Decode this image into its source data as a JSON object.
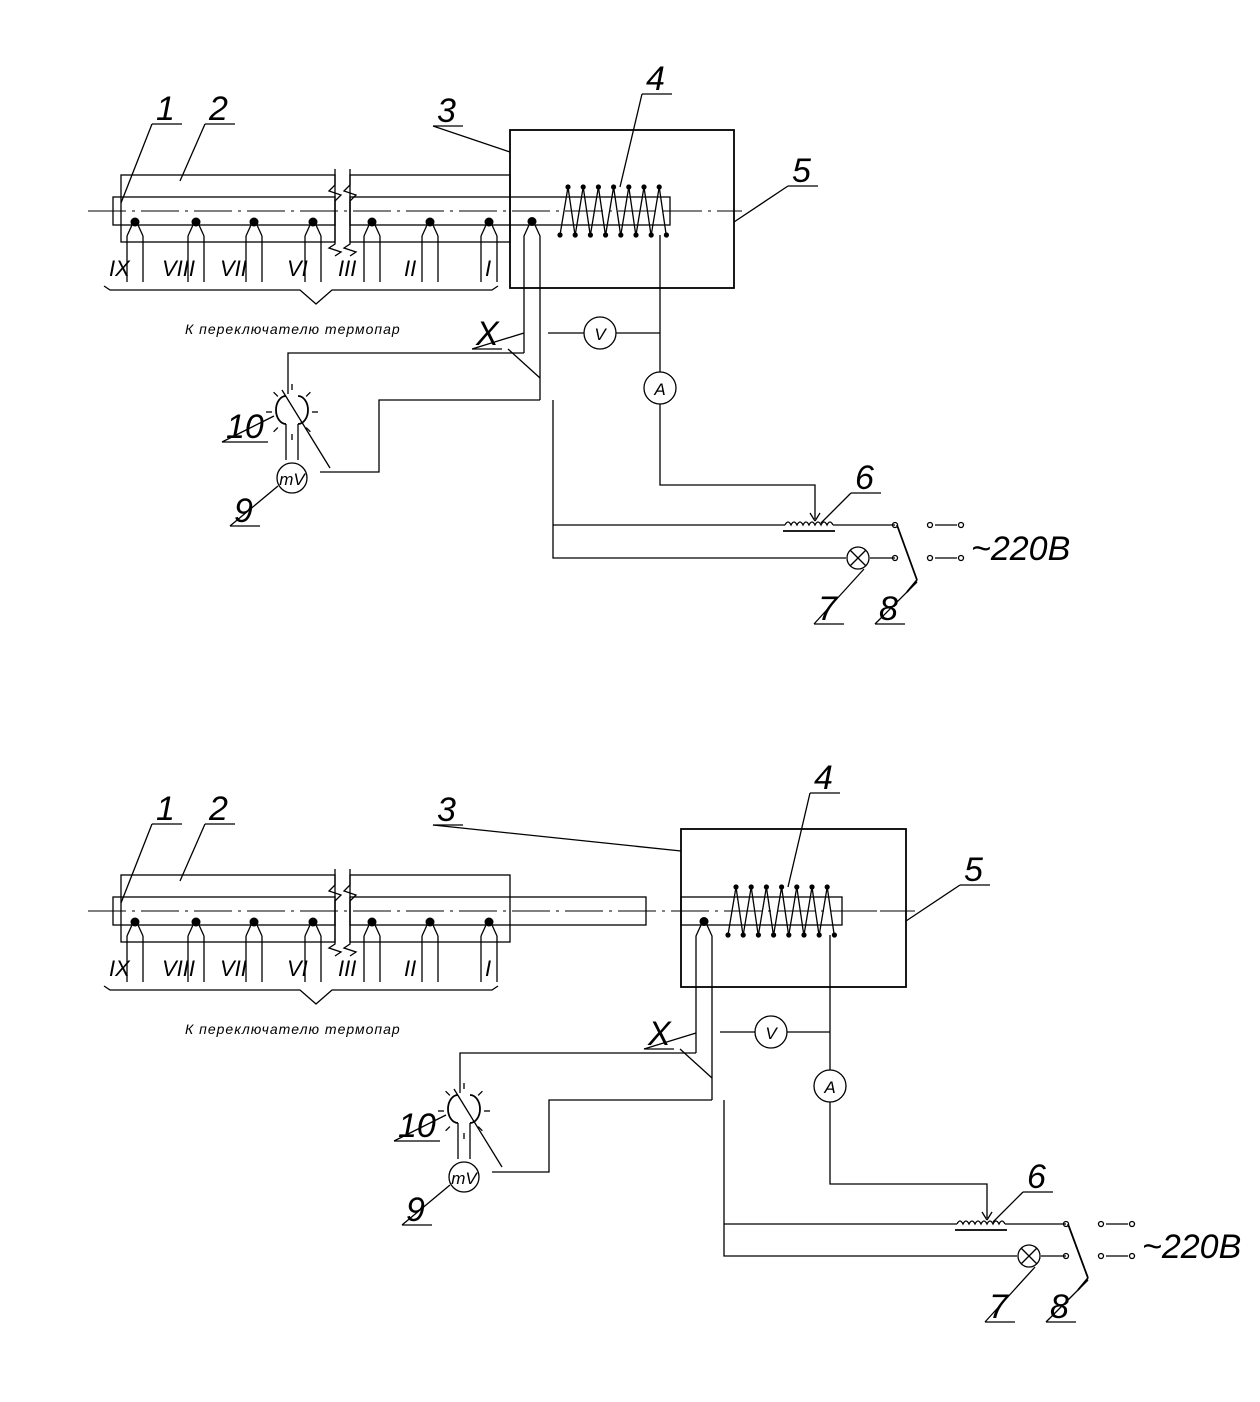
{
  "diagrams": [
    {
      "labels": {
        "l1": "1",
        "l2": "2",
        "l3": "3",
        "l4": "4",
        "l5": "5",
        "l6": "6",
        "l7": "7",
        "l8": "8",
        "l9": "9",
        "l10": "10",
        "lx": "X"
      },
      "sections": [
        "IX",
        "VIII",
        "VII",
        "VI",
        "III",
        "II",
        "I"
      ],
      "caption": "К переключателю термопар",
      "voltmeter": "V",
      "ammeter": "A",
      "millivoltmeter": "mV",
      "supply": "~220В"
    },
    {
      "labels": {
        "l1": "1",
        "l2": "2",
        "l3": "3",
        "l4": "4",
        "l5": "5",
        "l6": "6",
        "l7": "7",
        "l8": "8",
        "l9": "9",
        "l10": "10",
        "lx": "X"
      },
      "sections": [
        "IX",
        "VIII",
        "VII",
        "VI",
        "III",
        "II",
        "I"
      ],
      "caption": "К переключателю термопар",
      "voltmeter": "V",
      "ammeter": "A",
      "millivoltmeter": "mV",
      "supply": "~220В"
    }
  ],
  "colors": {
    "line": "#000000",
    "background": "#ffffff"
  }
}
